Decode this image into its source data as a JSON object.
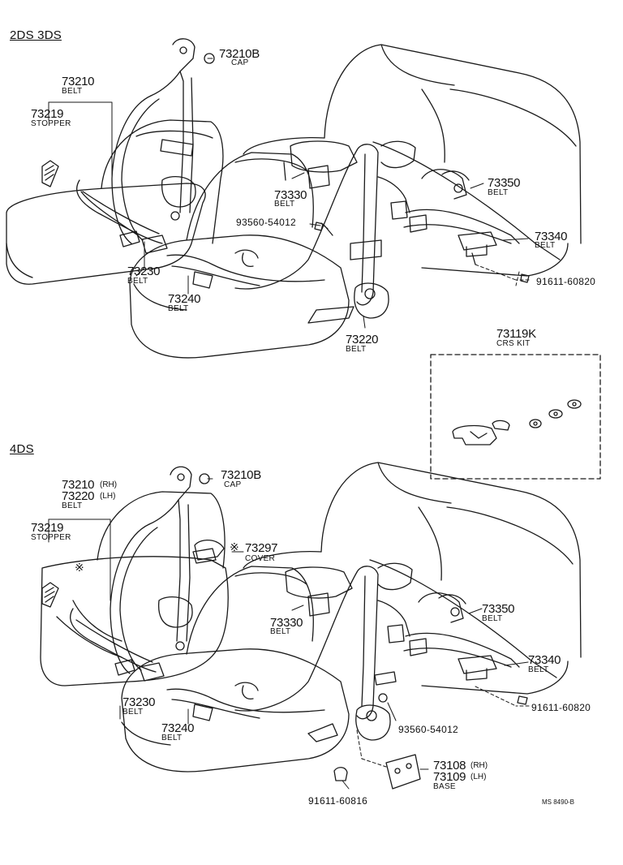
{
  "sections": {
    "top": "2DS 3DS",
    "bottom": "4DS"
  },
  "parts_top": {
    "p73210b": {
      "number": "73210B",
      "name": "CAP"
    },
    "p73210": {
      "number": "73210",
      "name": "BELT"
    },
    "p73219": {
      "number": "73219",
      "name": "STOPPER"
    },
    "p73330": {
      "number": "73330",
      "name": "BELT"
    },
    "p73350": {
      "number": "73350",
      "name": "BELT"
    },
    "p93560": {
      "number": "93560-54012"
    },
    "p73340": {
      "number": "73340",
      "name": "BELT"
    },
    "p91611": {
      "number": "91611-60820"
    },
    "p73230": {
      "number": "73230",
      "name": "BELT"
    },
    "p73240": {
      "number": "73240",
      "name": "BELT"
    },
    "p73220": {
      "number": "73220",
      "name": "BELT"
    },
    "p73119k": {
      "number": "73119K",
      "name": "CRS KIT"
    }
  },
  "parts_bottom": {
    "p73210b": {
      "number": "73210B",
      "name": "CAP"
    },
    "p73210": {
      "number": "73210",
      "suffix": "(RH)"
    },
    "p73220": {
      "number": "73220",
      "suffix": "(LH)",
      "name": "BELT"
    },
    "p73219": {
      "number": "73219",
      "name": "STOPPER"
    },
    "p73297": {
      "number": "73297",
      "name": "COVER",
      "mark": "※"
    },
    "p73330": {
      "number": "73330",
      "name": "BELT"
    },
    "p73350": {
      "number": "73350",
      "name": "BELT"
    },
    "p73340": {
      "number": "73340",
      "name": "BELT"
    },
    "p91611a": {
      "number": "91611-60820"
    },
    "p93560": {
      "number": "93560-54012"
    },
    "p73230": {
      "number": "73230",
      "name": "BELT"
    },
    "p73240": {
      "number": "73240",
      "name": "BELT"
    },
    "p73108": {
      "number": "73108",
      "suffix": "(RH)"
    },
    "p73109": {
      "number": "73109",
      "suffix": "(LH)",
      "name": "BASE"
    },
    "p91611b": {
      "number": "91611-60816"
    }
  },
  "mark_symbol": "※",
  "drawing_code": "MS  8490-B"
}
